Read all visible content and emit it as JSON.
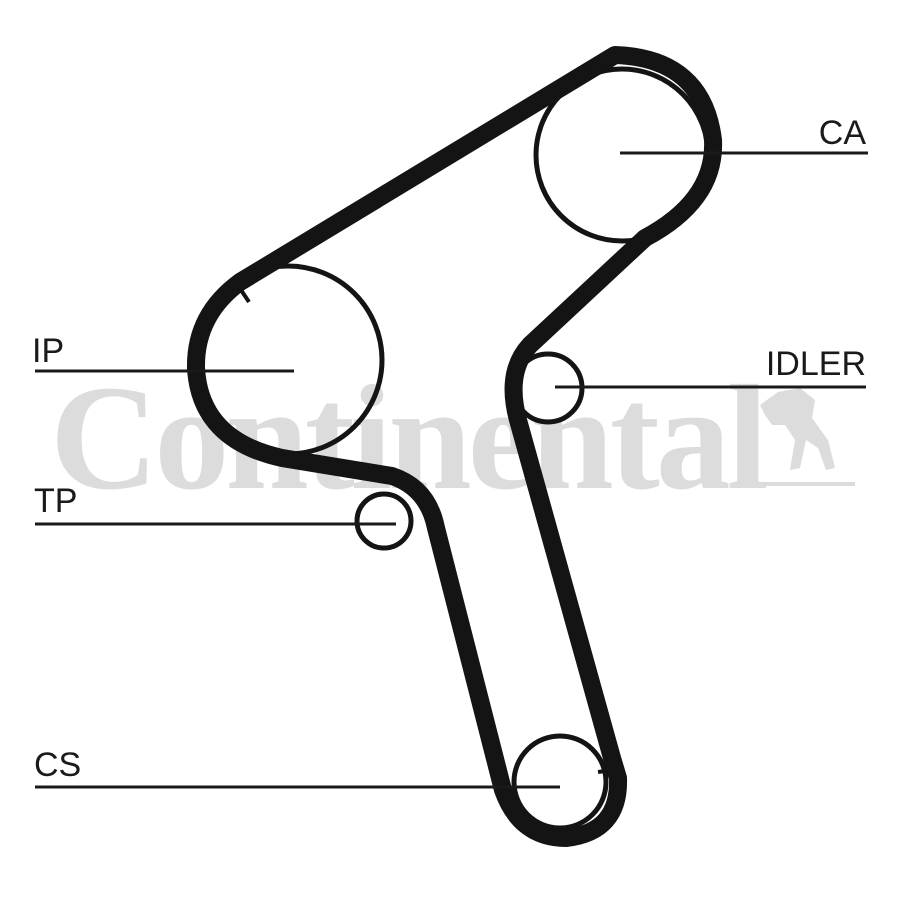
{
  "watermark": {
    "brand": "Continental",
    "color": "#dcdcdc"
  },
  "labels": {
    "ca": "CA",
    "ip": "IP",
    "idler": "IDLER",
    "tp": "TP",
    "cs": "CS"
  },
  "colors": {
    "belt": "#141414",
    "lines": "#1a1a1a"
  }
}
